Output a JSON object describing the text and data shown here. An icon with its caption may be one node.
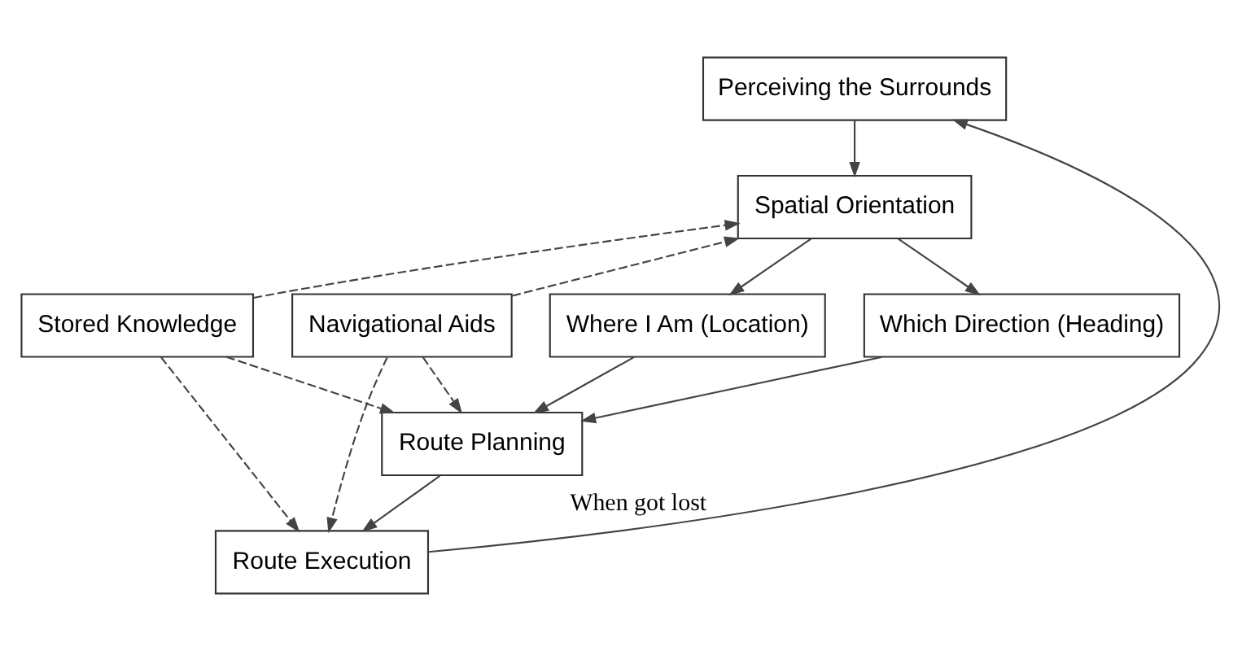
{
  "diagram": {
    "nodes": [
      {
        "text": [
          "Perceiving the Surrounds"
        ]
      },
      {
        "text": [
          "Spatial Orientation"
        ]
      },
      {
        "text": [
          "Stored Knowledge"
        ]
      },
      {
        "text": [
          "Navigational Aids"
        ]
      },
      {
        "text": [
          "Where I Am (Location)"
        ]
      },
      {
        "text": [
          "Which Direction (Heading)"
        ]
      },
      {
        "text": [
          "Route Planning"
        ]
      },
      {
        "text": [
          "Route Execution"
        ]
      }
    ],
    "edges": [
      {
        "from": 0,
        "to": 1,
        "arrow": "to"
      },
      {
        "from": 1,
        "to": 4,
        "arrow": "to"
      },
      {
        "from": 1,
        "to": 5,
        "arrow": "to"
      },
      {
        "from": 4,
        "to": 6,
        "arrow": "to"
      },
      {
        "from": 5,
        "to": 6,
        "arrow": "to"
      },
      {
        "from": 6,
        "to": 7,
        "arrow": "to"
      },
      {
        "from": 2,
        "to": 1,
        "arrow": "to",
        "style": "dashed"
      },
      {
        "from": 3,
        "to": 1,
        "arrow": "to",
        "style": "dashed"
      },
      {
        "from": 2,
        "to": 6,
        "arrow": "to",
        "style": "dashed"
      },
      {
        "from": 3,
        "to": 6,
        "arrow": "to",
        "style": "dashed"
      },
      {
        "from": 2,
        "to": 7,
        "arrow": "to",
        "style": "dashed"
      },
      {
        "from": 3,
        "to": 7,
        "arrow": "to",
        "style": "dashed"
      },
      {
        "from": 7,
        "to": 0,
        "arrow": "to",
        "label": "When got lost"
      }
    ]
  }
}
